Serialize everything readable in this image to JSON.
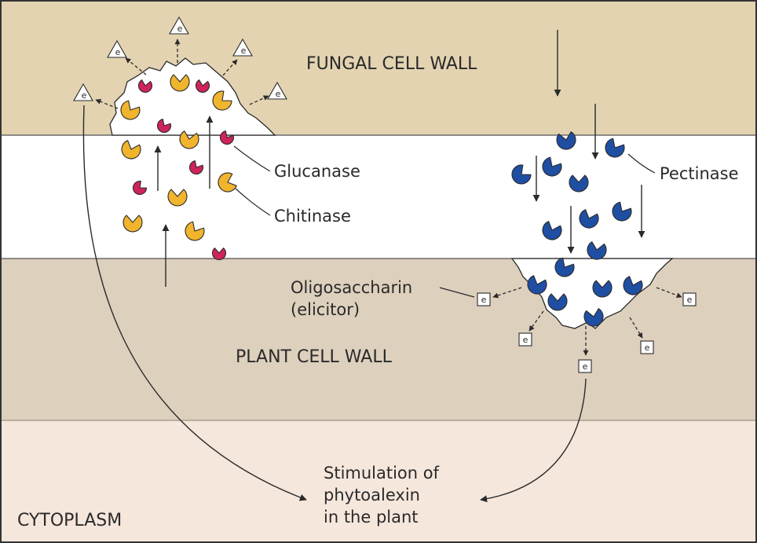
{
  "regions": {
    "fungal_wall": "FUNGAL CELL WALL",
    "plant_wall": "PLANT CELL WALL",
    "cytoplasm": "CYTOPLASM"
  },
  "enzymes": {
    "glucanase": "Glucanase",
    "chitinase": "Chitinase",
    "pectinase": "Pectinase"
  },
  "elicitor": {
    "line1": "Oligosaccharin",
    "line2": "(elicitor)",
    "symbol": "e"
  },
  "outcome": {
    "line1": "Stimulation of",
    "line2": "phytoalexin",
    "line3": "in the plant"
  },
  "colors": {
    "fungal_wall": "#e3d3b1",
    "plant_wall": "#ddd0bd",
    "cytoplasm": "#f5e7dc",
    "chitinase": "#f0b42d",
    "glucanase": "#cf245a",
    "pectinase": "#1f4fa3",
    "outline": "#2a2a2a"
  }
}
